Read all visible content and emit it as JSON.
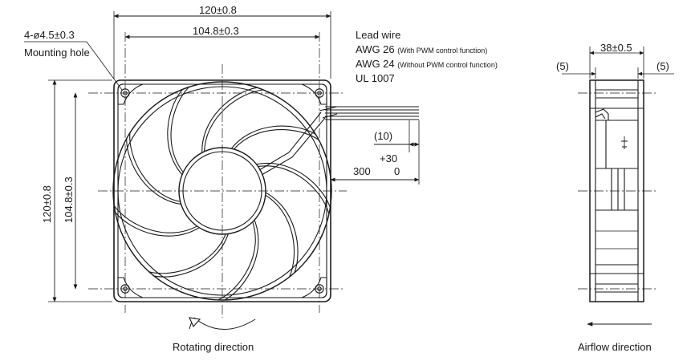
{
  "front_view": {
    "overall_width": "120±0.8",
    "hole_pitch_horizontal": "104.8±0.3",
    "overall_height": "120±0.8",
    "hole_pitch_vertical": "104.8±0.3",
    "mounting_hole_spec": "4-ø4.5±0.3",
    "mounting_hole_label": "Mounting hole",
    "lead_strip_dim": "(10)",
    "lead_length": "300",
    "lead_tol_plus": "+30",
    "lead_tol_minus": "0",
    "rotation_caption": "Rotating direction"
  },
  "lead_wire": {
    "title": "Lead wire",
    "awg26": "AWG 26",
    "awg26_note": "(With PWM control function)",
    "awg24": "AWG 24",
    "awg24_note": "(Without PWM control function)",
    "ul": "UL 1007"
  },
  "side_view": {
    "depth": "38±0.5",
    "left_offset": "(5)",
    "right_offset": "(5)",
    "airflow_caption": "Airflow direction"
  }
}
